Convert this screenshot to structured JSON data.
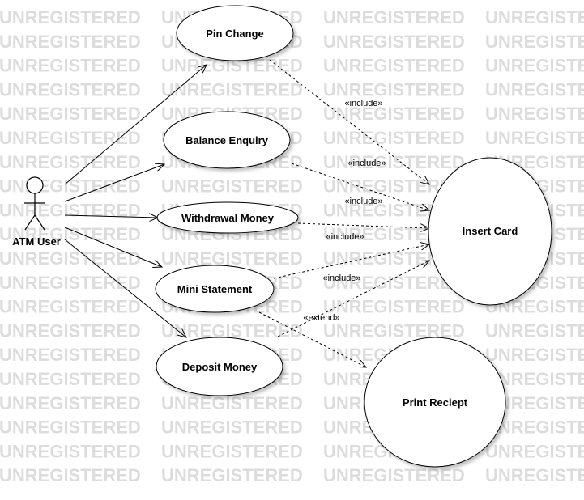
{
  "watermark": "UNREGISTERED",
  "actor": {
    "label": "ATM User"
  },
  "use_cases": {
    "pin_change": "Pin Change",
    "balance_enquiry": "Balance Enquiry",
    "withdrawal_money": "Withdrawal Money",
    "mini_statement": "Mini Statement",
    "deposit_money": "Deposit Money",
    "insert_card": "Insert Card",
    "print_reciept": "Print Reciept"
  },
  "relations": {
    "include": "«include»",
    "extend": "«extend»"
  }
}
